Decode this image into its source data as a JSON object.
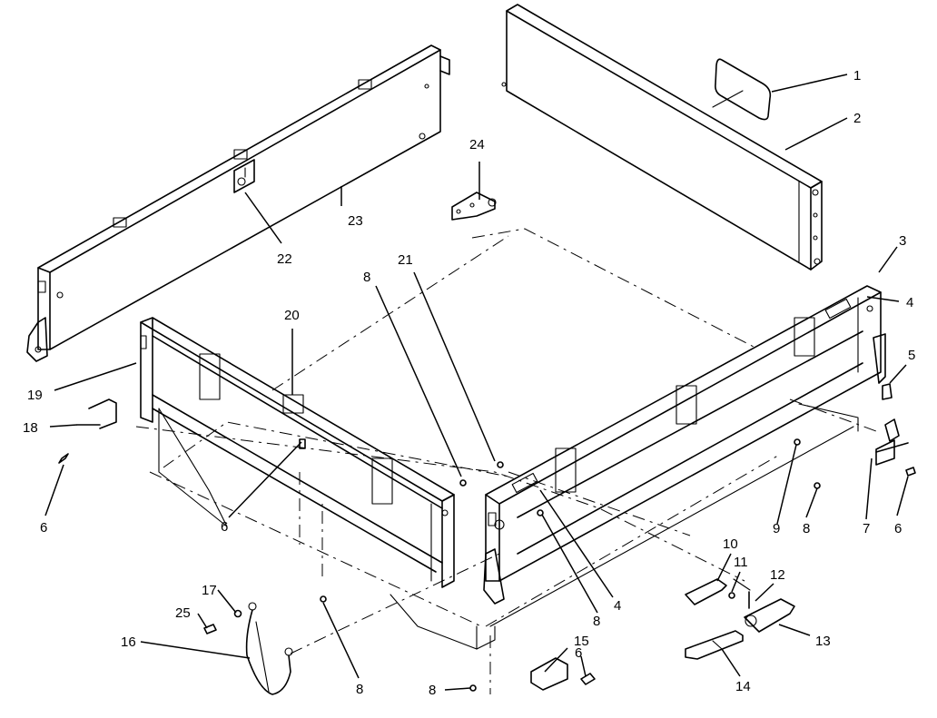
{
  "callouts": [
    "1",
    "2",
    "3",
    "4",
    "4",
    "5",
    "6",
    "6",
    "6",
    "6",
    "7",
    "8",
    "8",
    "8",
    "8",
    "8",
    "9",
    "10",
    "11",
    "12",
    "13",
    "14",
    "15",
    "16",
    "17",
    "18",
    "19",
    "20",
    "21",
    "22",
    "23",
    "24",
    "25"
  ]
}
